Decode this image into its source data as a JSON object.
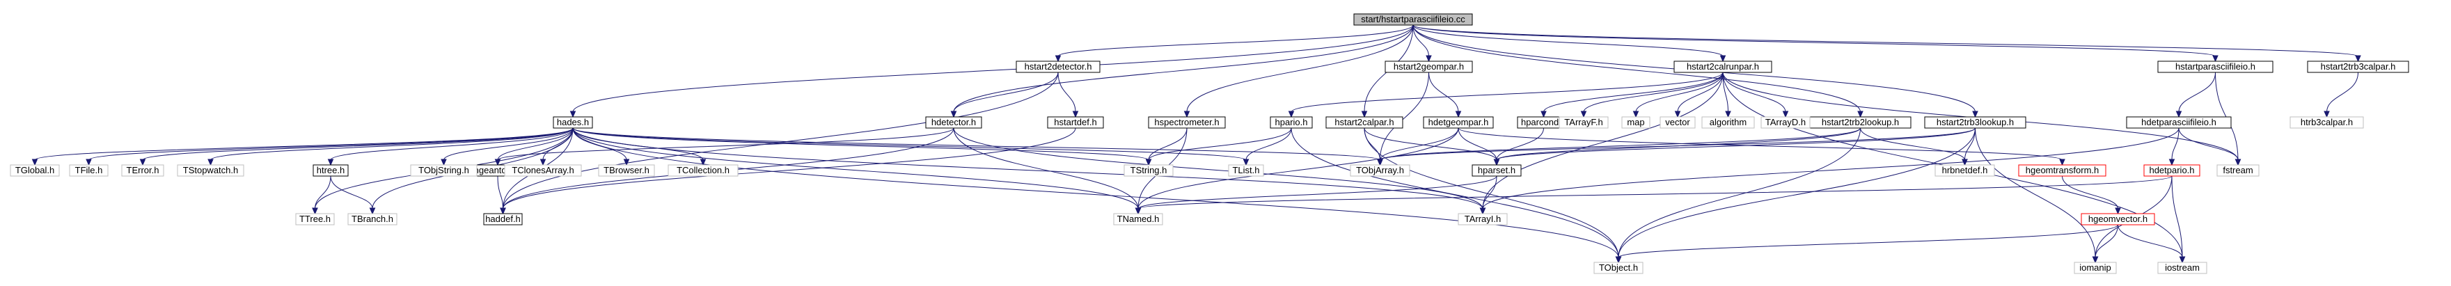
{
  "graph": {
    "colors": {
      "root_fill": "#bfbfbf",
      "header_fill": "#ffffff",
      "header_border": "#000000",
      "system_border": "#bfbfbf",
      "missing_border": "#ff0000",
      "edge": "#191970",
      "text": "#000000"
    },
    "nodes": [
      {
        "id": "root",
        "label": "start/hstartparasciifileio.cc",
        "kind": "root"
      },
      {
        "id": "hades",
        "label": "hades.h",
        "kind": "header"
      },
      {
        "id": "hdetector",
        "label": "hdetector.h",
        "kind": "header"
      },
      {
        "id": "hstart2detector",
        "label": "hstart2detector.h",
        "kind": "header"
      },
      {
        "id": "hstartdef",
        "label": "hstartdef.h",
        "kind": "header"
      },
      {
        "id": "hspectrometer",
        "label": "hspectrometer.h",
        "kind": "header"
      },
      {
        "id": "hpario",
        "label": "hpario.h",
        "kind": "header"
      },
      {
        "id": "hstart2calpar",
        "label": "hstart2calpar.h",
        "kind": "header"
      },
      {
        "id": "hstart2geompar",
        "label": "hstart2geompar.h",
        "kind": "header"
      },
      {
        "id": "hdetgeompar",
        "label": "hdetgeompar.h",
        "kind": "header"
      },
      {
        "id": "hstart2calrunpar",
        "label": "hstart2calrunpar.h",
        "kind": "header"
      },
      {
        "id": "hparcond",
        "label": "hparcond.h",
        "kind": "header"
      },
      {
        "id": "hstart2trb2lookup",
        "label": "hstart2trb2lookup.h",
        "kind": "header"
      },
      {
        "id": "hstart2trb3lookup",
        "label": "hstart2trb3lookup.h",
        "kind": "header"
      },
      {
        "id": "hstartparasciifileio",
        "label": "hstartparasciifileio.h",
        "kind": "header"
      },
      {
        "id": "hdetparasciifileio",
        "label": "hdetparasciifileio.h",
        "kind": "header"
      },
      {
        "id": "hstart2trb3calpar",
        "label": "hstart2trb3calpar.h",
        "kind": "header"
      },
      {
        "id": "htree",
        "label": "htree.h",
        "kind": "header"
      },
      {
        "id": "hgeantdef",
        "label": "hgeantdef.h",
        "kind": "header"
      },
      {
        "id": "haddef",
        "label": "haddef.h",
        "kind": "header"
      },
      {
        "id": "hparset",
        "label": "hparset.h",
        "kind": "header"
      },
      {
        "id": "hgeomtransform",
        "label": "hgeomtransform.h",
        "kind": "missing"
      },
      {
        "id": "hdetpario",
        "label": "hdetpario.h",
        "kind": "missing"
      },
      {
        "id": "hgeomvector",
        "label": "hgeomvector.h",
        "kind": "missing"
      },
      {
        "id": "hrb3calpar",
        "label": "htrb3calpar.h",
        "kind": "system"
      },
      {
        "id": "TGlobal",
        "label": "TGlobal.h",
        "kind": "system"
      },
      {
        "id": "TFile",
        "label": "TFile.h",
        "kind": "system"
      },
      {
        "id": "TError",
        "label": "TError.h",
        "kind": "system"
      },
      {
        "id": "TStopwatch",
        "label": "TStopwatch.h",
        "kind": "system"
      },
      {
        "id": "TObjString",
        "label": "TObjString.h",
        "kind": "system"
      },
      {
        "id": "TClonesArray",
        "label": "TClonesArray.h",
        "kind": "system"
      },
      {
        "id": "TBrowser",
        "label": "TBrowser.h",
        "kind": "system"
      },
      {
        "id": "TCollection",
        "label": "TCollection.h",
        "kind": "system"
      },
      {
        "id": "TString",
        "label": "TString.h",
        "kind": "system"
      },
      {
        "id": "TList",
        "label": "TList.h",
        "kind": "system"
      },
      {
        "id": "TObjArray",
        "label": "TObjArray.h",
        "kind": "system"
      },
      {
        "id": "TArrayF",
        "label": "TArrayF.h",
        "kind": "system"
      },
      {
        "id": "map",
        "label": "map",
        "kind": "system"
      },
      {
        "id": "vector",
        "label": "vector",
        "kind": "system"
      },
      {
        "id": "algorithm",
        "label": "algorithm",
        "kind": "system"
      },
      {
        "id": "TArrayD",
        "label": "TArrayD.h",
        "kind": "system"
      },
      {
        "id": "hrbnetdef",
        "label": "hrbnetdef.h",
        "kind": "system"
      },
      {
        "id": "fstream",
        "label": "fstream",
        "kind": "system"
      },
      {
        "id": "TTree",
        "label": "TTree.h",
        "kind": "system"
      },
      {
        "id": "TBranch",
        "label": "TBranch.h",
        "kind": "system"
      },
      {
        "id": "TNamed",
        "label": "TNamed.h",
        "kind": "system"
      },
      {
        "id": "TArrayI",
        "label": "TArrayI.h",
        "kind": "system"
      },
      {
        "id": "TObject",
        "label": "TObject.h",
        "kind": "system"
      },
      {
        "id": "iomanip",
        "label": "iomanip",
        "kind": "system"
      },
      {
        "id": "iostream",
        "label": "iostream",
        "kind": "system"
      }
    ],
    "edges": [
      [
        "root",
        "hades"
      ],
      [
        "root",
        "hdetector"
      ],
      [
        "root",
        "hstart2detector"
      ],
      [
        "root",
        "hspectrometer"
      ],
      [
        "root",
        "hstart2calpar"
      ],
      [
        "root",
        "hstart2geompar"
      ],
      [
        "root",
        "hstart2calrunpar"
      ],
      [
        "root",
        "hstart2trb2lookup"
      ],
      [
        "root",
        "hstart2trb3lookup"
      ],
      [
        "root",
        "hstartparasciifileio"
      ],
      [
        "root",
        "hstart2trb3calpar"
      ],
      [
        "hades",
        "TGlobal"
      ],
      [
        "hades",
        "TFile"
      ],
      [
        "hades",
        "TError"
      ],
      [
        "hades",
        "TStopwatch"
      ],
      [
        "hades",
        "htree"
      ],
      [
        "hades",
        "TObjString"
      ],
      [
        "hades",
        "TClonesArray"
      ],
      [
        "hades",
        "TBrowser"
      ],
      [
        "hades",
        "TCollection"
      ],
      [
        "hades",
        "TString"
      ],
      [
        "hades",
        "TList"
      ],
      [
        "hades",
        "TObjArray"
      ],
      [
        "hades",
        "TTree"
      ],
      [
        "hades",
        "TBranch"
      ],
      [
        "hades",
        "haddef"
      ],
      [
        "hades",
        "TNamed"
      ],
      [
        "hades",
        "TArrayI"
      ],
      [
        "hades",
        "TObject"
      ],
      [
        "hades",
        "hgeantdef"
      ],
      [
        "htree",
        "TTree"
      ],
      [
        "htree",
        "TBranch"
      ],
      [
        "hstart2detector",
        "hdetector"
      ],
      [
        "hstart2detector",
        "hstartdef"
      ],
      [
        "hstart2detector",
        "haddef"
      ],
      [
        "hdetector",
        "hgeantdef"
      ],
      [
        "hdetector",
        "haddef"
      ],
      [
        "hdetector",
        "TNamed"
      ],
      [
        "hdetector",
        "TArrayI"
      ],
      [
        "hgeantdef",
        "haddef"
      ],
      [
        "hstartdef",
        "haddef"
      ],
      [
        "hspectrometer",
        "TString"
      ],
      [
        "hspectrometer",
        "TNamed"
      ],
      [
        "hpario",
        "TString"
      ],
      [
        "hpario",
        "TList"
      ],
      [
        "hpario",
        "TObject"
      ],
      [
        "hstart2calpar",
        "TObjArray"
      ],
      [
        "hstart2calpar",
        "hparset"
      ],
      [
        "hstart2calpar",
        "TObject"
      ],
      [
        "hstart2geompar",
        "hdetgeompar"
      ],
      [
        "hstart2geompar",
        "TObjArray"
      ],
      [
        "hdetgeompar",
        "hparset"
      ],
      [
        "hdetgeompar",
        "TObjArray"
      ],
      [
        "hdetgeompar",
        "hgeomtransform"
      ],
      [
        "hdetgeompar",
        "TNamed"
      ],
      [
        "hstart2calrunpar",
        "hparcond"
      ],
      [
        "hstart2calrunpar",
        "TArrayF"
      ],
      [
        "hstart2calrunpar",
        "map"
      ],
      [
        "hstart2calrunpar",
        "vector"
      ],
      [
        "hstart2calrunpar",
        "algorithm"
      ],
      [
        "hstart2calrunpar",
        "TArrayD"
      ],
      [
        "hstart2calrunpar",
        "TArrayI"
      ],
      [
        "hstart2calrunpar",
        "fstream"
      ],
      [
        "hstart2calrunpar",
        "iostream"
      ],
      [
        "hstart2calrunpar",
        "hpario"
      ],
      [
        "hparcond",
        "hparset"
      ],
      [
        "hstart2trb2lookup",
        "hparset"
      ],
      [
        "hstart2trb2lookup",
        "hrbnetdef"
      ],
      [
        "hstart2trb2lookup",
        "TObjArray"
      ],
      [
        "hstart2trb2lookup",
        "TObject"
      ],
      [
        "hstart2trb3lookup",
        "hparset"
      ],
      [
        "hstart2trb3lookup",
        "hrbnetdef"
      ],
      [
        "hstart2trb3lookup",
        "TObjArray"
      ],
      [
        "hstart2trb3lookup",
        "TObject"
      ],
      [
        "hstart2trb3lookup",
        "iomanip"
      ],
      [
        "hparset",
        "TNamed"
      ],
      [
        "hparset",
        "TArrayI"
      ],
      [
        "hstartparasciifileio",
        "hdetparasciifileio"
      ],
      [
        "hstartparasciifileio",
        "fstream"
      ],
      [
        "hdetparasciifileio",
        "hdetpario"
      ],
      [
        "hdetparasciifileio",
        "fstream"
      ],
      [
        "hdetparasciifileio",
        "TArrayI"
      ],
      [
        "hdetpario",
        "TNamed"
      ],
      [
        "hdetpario",
        "iomanip"
      ],
      [
        "hdetpario",
        "iostream"
      ],
      [
        "hstart2trb3calpar",
        "hrb3calpar"
      ],
      [
        "hgeomtransform",
        "hgeomvector"
      ],
      [
        "hgeomvector",
        "TObject"
      ],
      [
        "hgeomvector",
        "iomanip"
      ],
      [
        "hgeomvector",
        "iostream"
      ]
    ]
  }
}
